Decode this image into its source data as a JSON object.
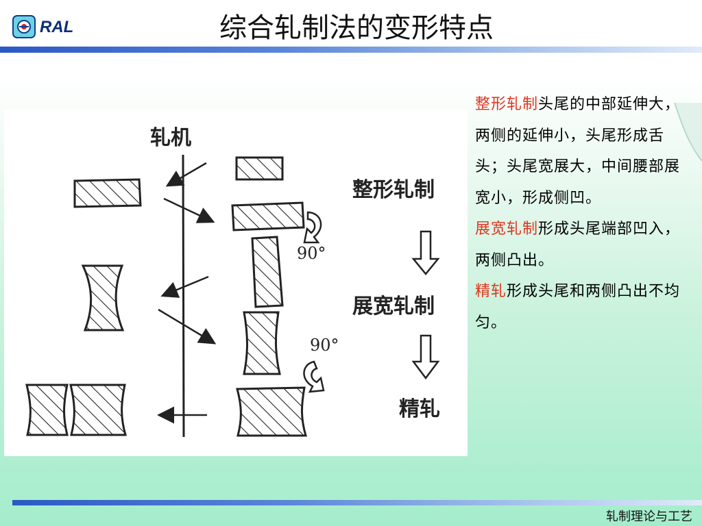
{
  "header": {
    "logo_text": "RAL",
    "title": "综合轧制法的变形特点"
  },
  "figure": {
    "mill_label": "轧机",
    "stage_labels": [
      "整形轧制",
      "展宽轧制",
      "精轧"
    ],
    "rotation_labels": [
      "90°",
      "90°"
    ]
  },
  "description": {
    "p1_highlight": "整形轧制",
    "p1_text": "头尾的中部延伸大，两侧的延伸小，头尾形成舌头；头尾宽展大，中间腰部展宽小，形成侧凹。",
    "p2_highlight": "展宽轧制",
    "p2_text": "形成头尾端部凹入，两侧凸出。",
    "p3_highlight": "精轧",
    "p3_text": "形成头尾和两侧凸出不均匀。"
  },
  "footer": {
    "course": "轧制理论与工艺"
  },
  "colors": {
    "highlight": "#e0341f",
    "rule": "#2b59c4"
  }
}
